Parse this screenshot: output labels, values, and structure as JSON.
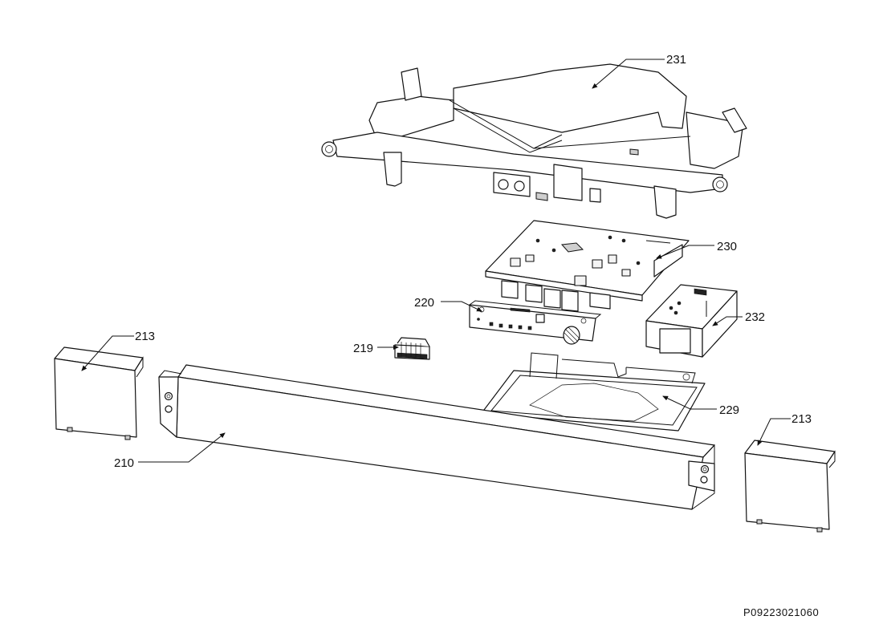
{
  "drawing_code": "P09223021060",
  "callouts": {
    "c231": "231",
    "c230": "230",
    "c220": "220",
    "c232": "232",
    "c219": "219",
    "c213_left": "213",
    "c213_right": "213",
    "c229": "229",
    "c210": "210"
  }
}
